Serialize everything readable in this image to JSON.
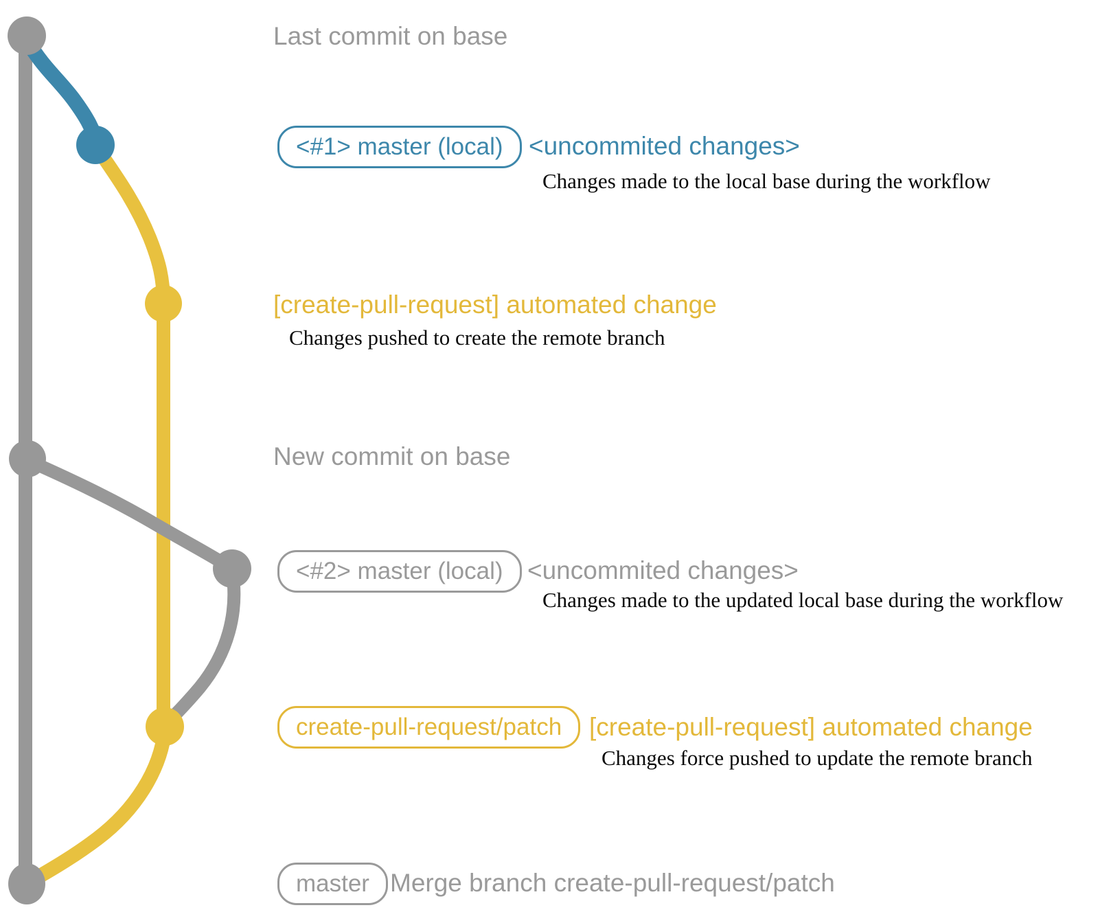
{
  "colors": {
    "gray": "#989898",
    "blue": "#3d87ab",
    "yellow": "#e8c13f",
    "text_gray": "#9a9a9a",
    "ink": "#0a0a0a"
  },
  "graph": {
    "node_last_commit": "commit on base branch",
    "node_local_1": "local master commit #1",
    "node_patch_1": "create-pull-request patch commit",
    "node_new_commit": "new commit on base branch",
    "node_local_2": "local master commit #2",
    "node_patch_2": "updated create-pull-request patch commit",
    "node_merge": "merge commit on master"
  },
  "rows": {
    "last_commit": {
      "title": "Last commit on base"
    },
    "local1": {
      "badge": "<#1> master (local)",
      "title": "<uncommited changes>",
      "desc": "Changes made to the local base during the workflow"
    },
    "patch1": {
      "title": "[create-pull-request] automated change",
      "desc": "Changes pushed to create the remote branch"
    },
    "new_commit": {
      "title": "New commit on base"
    },
    "local2": {
      "badge": "<#2> master (local)",
      "title": "<uncommited changes>",
      "desc": "Changes made to the updated local base during the workflow"
    },
    "patch2": {
      "badge": "create-pull-request/patch",
      "title": "[create-pull-request] automated change",
      "desc": "Changes force pushed to update the remote branch"
    },
    "merge": {
      "badge": "master",
      "title": "Merge branch create-pull-request/patch"
    }
  }
}
